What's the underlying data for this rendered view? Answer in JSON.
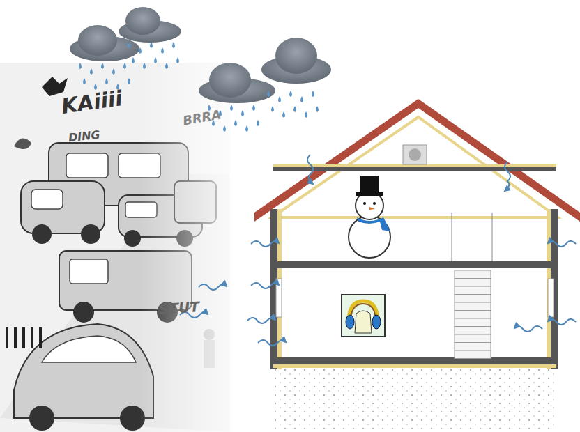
{
  "diagram": {
    "labels": [
      "KAiiii",
      "DING",
      "BRRA",
      "STUT"
    ]
  }
}
